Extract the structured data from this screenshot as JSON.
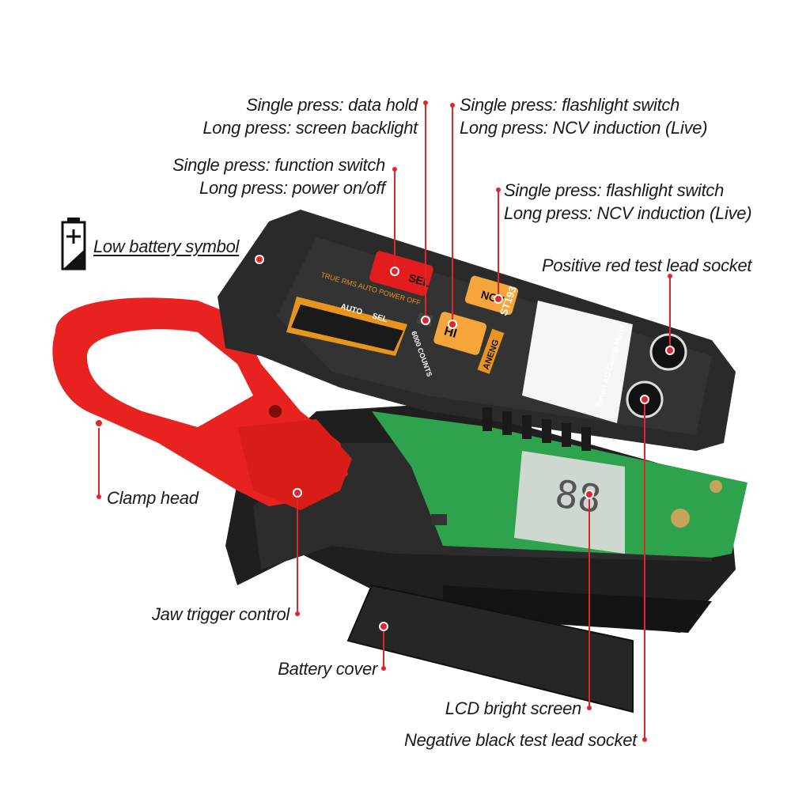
{
  "colors": {
    "accent": "#e0252b",
    "body": "#2a2a2a",
    "clamp": "#e8231f",
    "button_orange": "#f5a53a",
    "pcb": "#2fa84f"
  },
  "device": {
    "brand": "ANENG",
    "model": "ST193",
    "name": "Smart AC Clamp Meter",
    "counts": "6000 COUNTS",
    "top_text": "TRUE RMS AUTO POWER OFF",
    "auto_label": "AUTO",
    "sel_label": "SEL",
    "btn_power": "SEL",
    "btn_hi": "HI",
    "btn_ncv": "NCV"
  },
  "callouts": {
    "data_hold": {
      "line1": "Single press: data hold",
      "line2": "Long press: screen backlight"
    },
    "function": {
      "line1": "Single press: function switch",
      "line2": "Long press: power on/off"
    },
    "flash1": {
      "line1": "Single press: flashlight switch",
      "line2": "Long press: NCV induction (Live)"
    },
    "flash2": {
      "line1": "Single press: flashlight switch",
      "line2": "Long press: NCV induction (Live)"
    },
    "battery": "Low battery symbol",
    "positive": "Positive red test lead socket",
    "clamp": "Clamp head",
    "trigger": "Jaw trigger control",
    "cover": "Battery cover",
    "lcd": "LCD bright screen",
    "negative": "Negative black test lead socket"
  },
  "icons": [
    "low-battery-icon"
  ]
}
